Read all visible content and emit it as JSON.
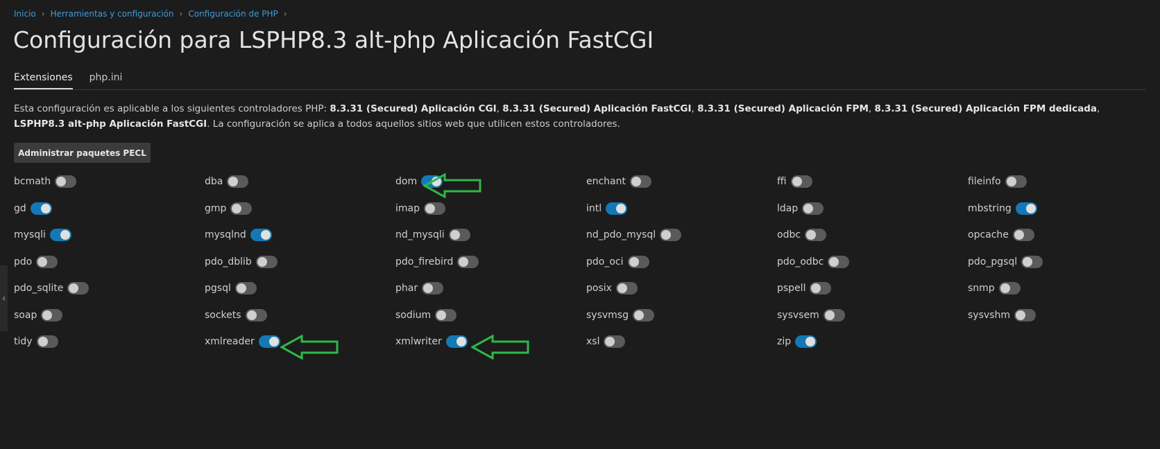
{
  "breadcrumb": [
    "Inicio",
    "Herramientas y configuración",
    "Configuración de PHP"
  ],
  "title": "Configuración para LSPHP8.3 alt-php Aplicación FastCGI",
  "tabs": [
    {
      "label": "Extensiones",
      "active": true
    },
    {
      "label": "php.ini",
      "active": false
    }
  ],
  "description": {
    "intro": "Esta configuración es aplicable a los siguientes controladores PHP: ",
    "handlers": [
      "8.3.31 (Secured) Aplicación CGI",
      "8.3.31 (Secured) Aplicación FastCGI",
      "8.3.31 (Secured) Aplicación FPM",
      "8.3.31 (Secured) Aplicación FPM dedicada",
      "LSPHP8.3 alt-php Aplicación FastCGI"
    ],
    "outro": ". La configuración se aplica a todos aquellos sitios web que utilicen estos controladores."
  },
  "pecl_button": "Administrar paquetes PECL",
  "colors": {
    "toggle_on": "#1378b5",
    "toggle_off": "#5a5a5a",
    "arrow": "#2eb84a"
  },
  "extensions": [
    {
      "name": "bcmath",
      "enabled": false
    },
    {
      "name": "dba",
      "enabled": false
    },
    {
      "name": "dom",
      "enabled": true,
      "highlighted": true
    },
    {
      "name": "enchant",
      "enabled": false
    },
    {
      "name": "ffi",
      "enabled": false
    },
    {
      "name": "fileinfo",
      "enabled": false
    },
    {
      "name": "gd",
      "enabled": true
    },
    {
      "name": "gmp",
      "enabled": false
    },
    {
      "name": "imap",
      "enabled": false
    },
    {
      "name": "intl",
      "enabled": true
    },
    {
      "name": "ldap",
      "enabled": false
    },
    {
      "name": "mbstring",
      "enabled": true
    },
    {
      "name": "mysqli",
      "enabled": true
    },
    {
      "name": "mysqlnd",
      "enabled": true
    },
    {
      "name": "nd_mysqli",
      "enabled": false
    },
    {
      "name": "nd_pdo_mysql",
      "enabled": false
    },
    {
      "name": "odbc",
      "enabled": false
    },
    {
      "name": "opcache",
      "enabled": false
    },
    {
      "name": "pdo",
      "enabled": false
    },
    {
      "name": "pdo_dblib",
      "enabled": false
    },
    {
      "name": "pdo_firebird",
      "enabled": false
    },
    {
      "name": "pdo_oci",
      "enabled": false
    },
    {
      "name": "pdo_odbc",
      "enabled": false
    },
    {
      "name": "pdo_pgsql",
      "enabled": false
    },
    {
      "name": "pdo_sqlite",
      "enabled": false
    },
    {
      "name": "pgsql",
      "enabled": false
    },
    {
      "name": "phar",
      "enabled": false
    },
    {
      "name": "posix",
      "enabled": false
    },
    {
      "name": "pspell",
      "enabled": false
    },
    {
      "name": "snmp",
      "enabled": false
    },
    {
      "name": "soap",
      "enabled": false
    },
    {
      "name": "sockets",
      "enabled": false
    },
    {
      "name": "sodium",
      "enabled": false
    },
    {
      "name": "sysvmsg",
      "enabled": false
    },
    {
      "name": "sysvsem",
      "enabled": false
    },
    {
      "name": "sysvshm",
      "enabled": false
    },
    {
      "name": "tidy",
      "enabled": false
    },
    {
      "name": "xmlreader",
      "enabled": true,
      "highlighted": true
    },
    {
      "name": "xmlwriter",
      "enabled": true,
      "highlighted": true
    },
    {
      "name": "xsl",
      "enabled": false
    },
    {
      "name": "zip",
      "enabled": true
    }
  ]
}
